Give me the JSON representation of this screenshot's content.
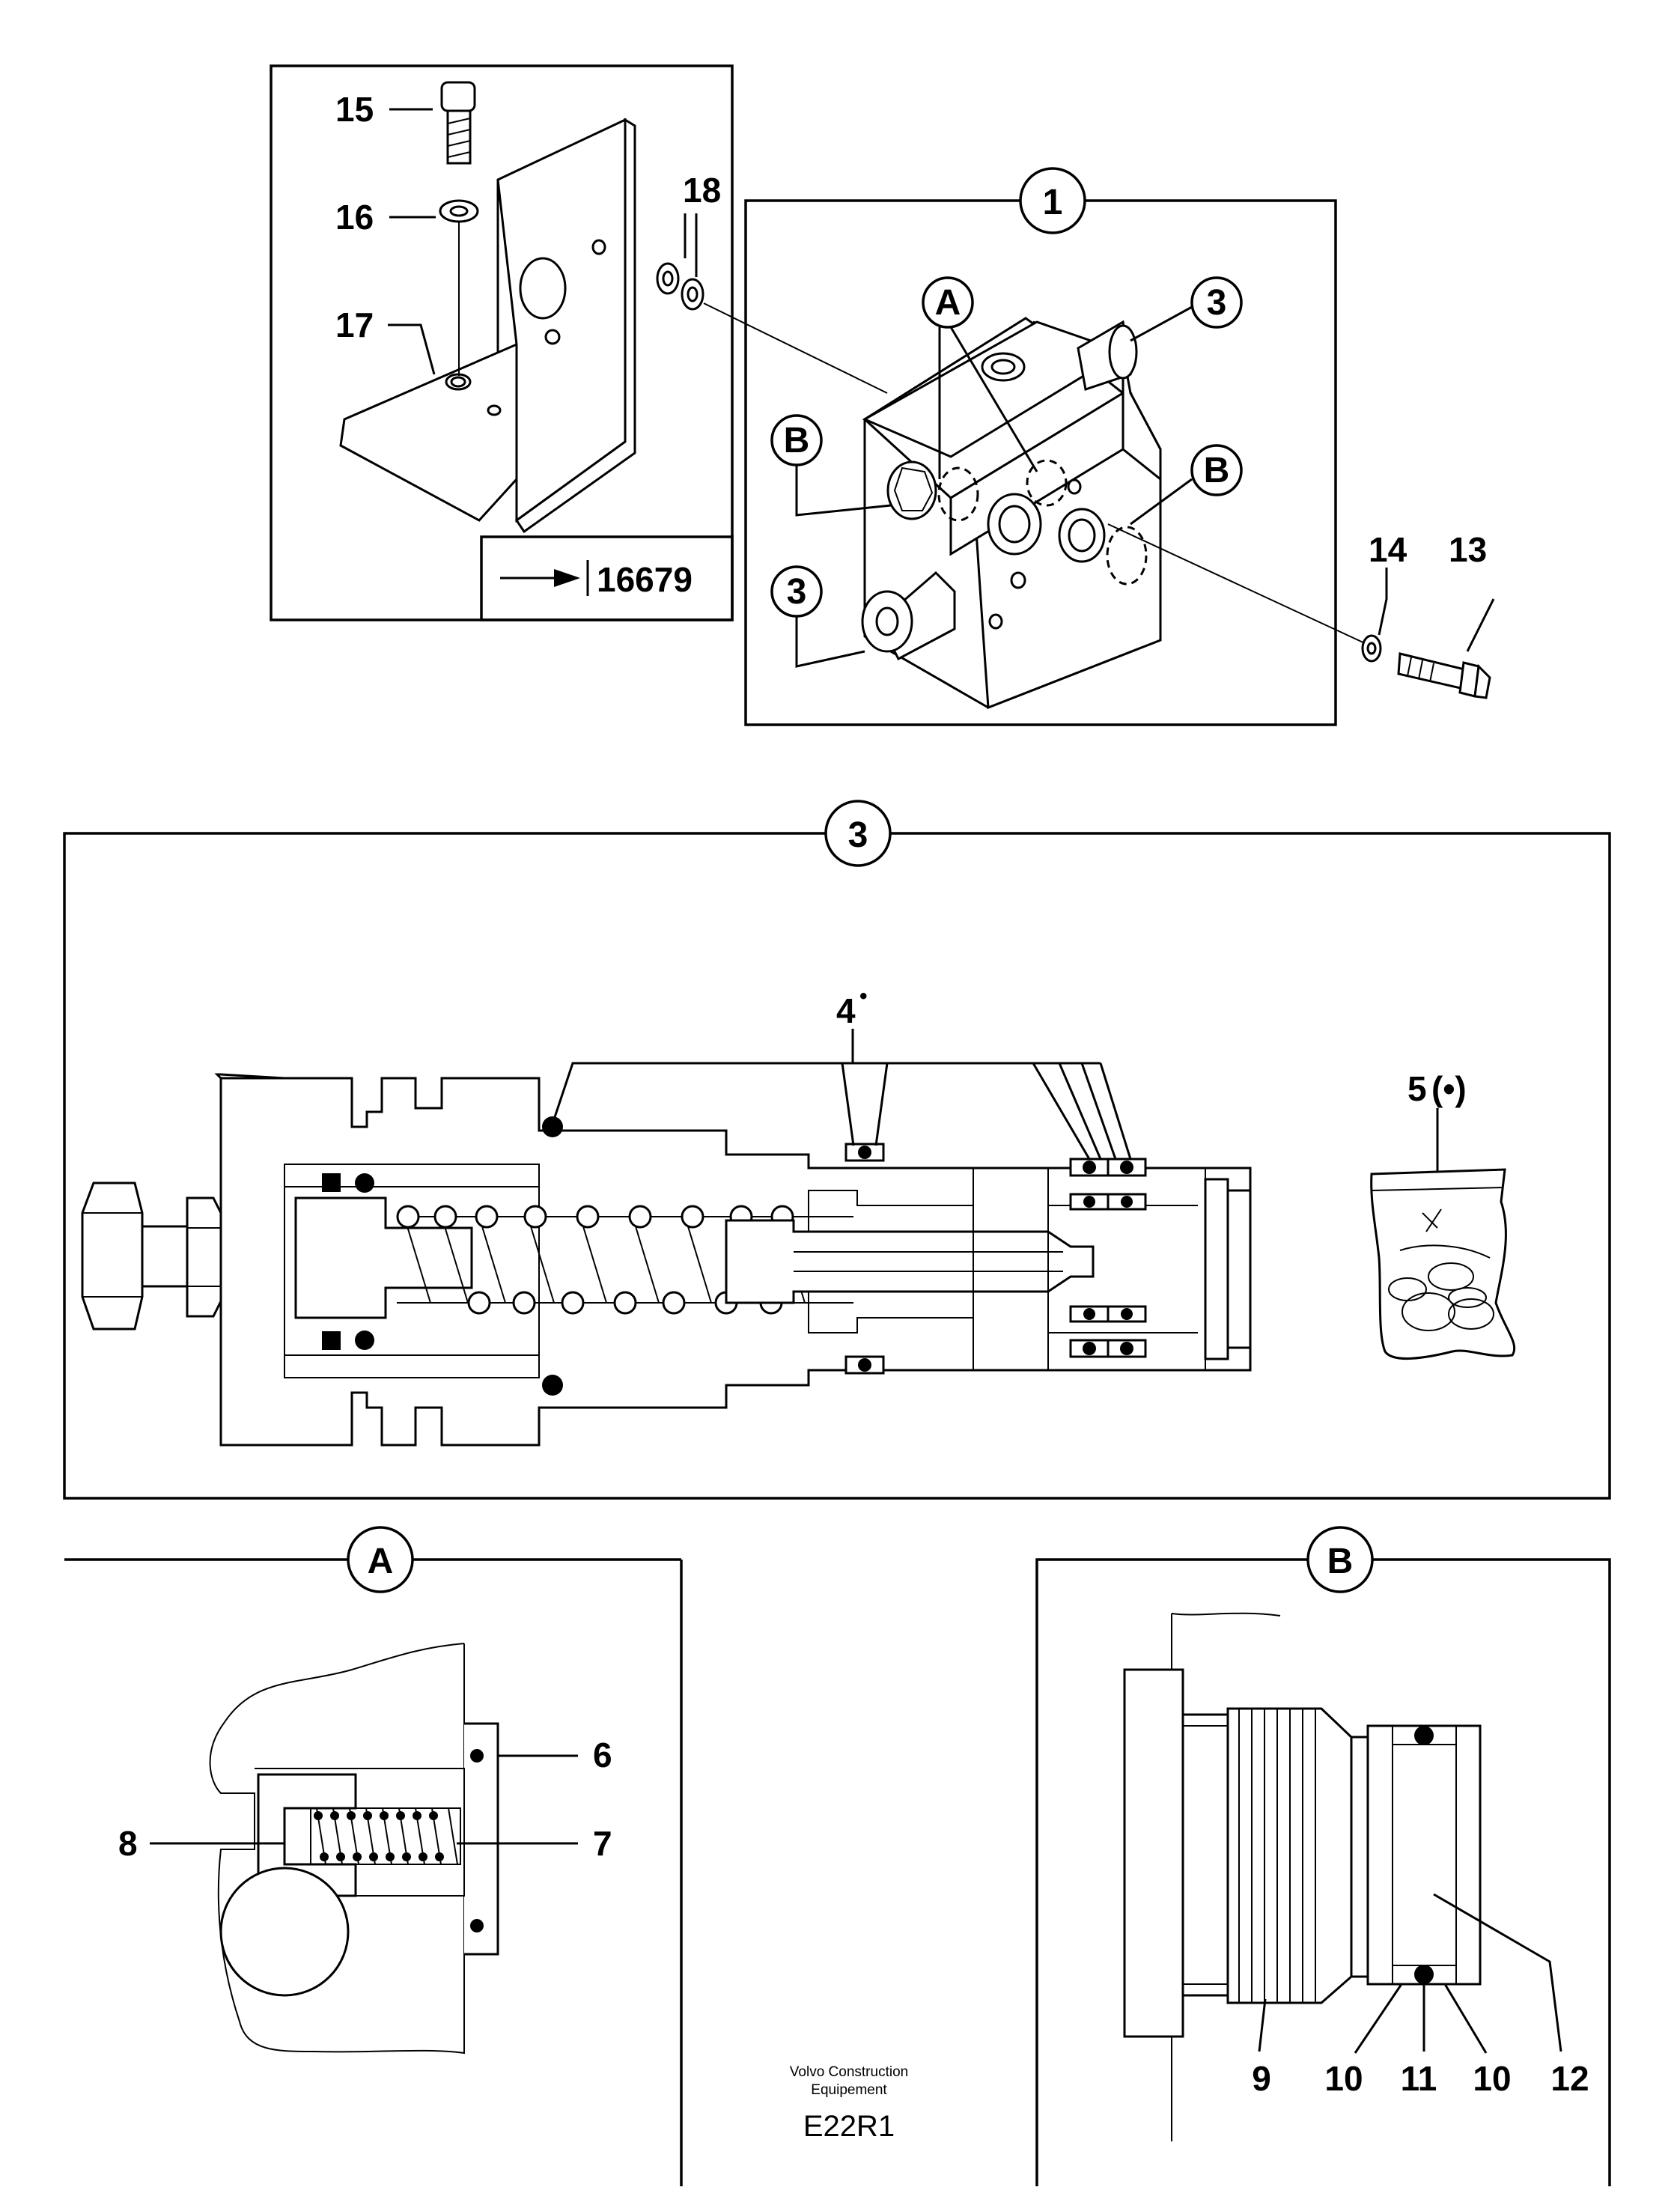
{
  "reference_box": {
    "number": "16679"
  },
  "detail_circles": {
    "assembly": "1",
    "valve_3": "3",
    "detail_a": "A",
    "detail_b": "B"
  },
  "callouts": {
    "p4": "4",
    "p4_mark": "•",
    "p5": "5",
    "p5_mark": "(•)",
    "p6": "6",
    "p7": "7",
    "p8": "8",
    "p9": "9",
    "p10a": "10",
    "p10b": "10",
    "p11": "11",
    "p12": "12",
    "p13": "13",
    "p14": "14",
    "p15": "15",
    "p16": "16",
    "p17": "17",
    "p18": "18"
  },
  "footer": {
    "company_line1": "Volvo Construction",
    "company_line2": "Equipement",
    "drawing_code": "E22R1"
  }
}
